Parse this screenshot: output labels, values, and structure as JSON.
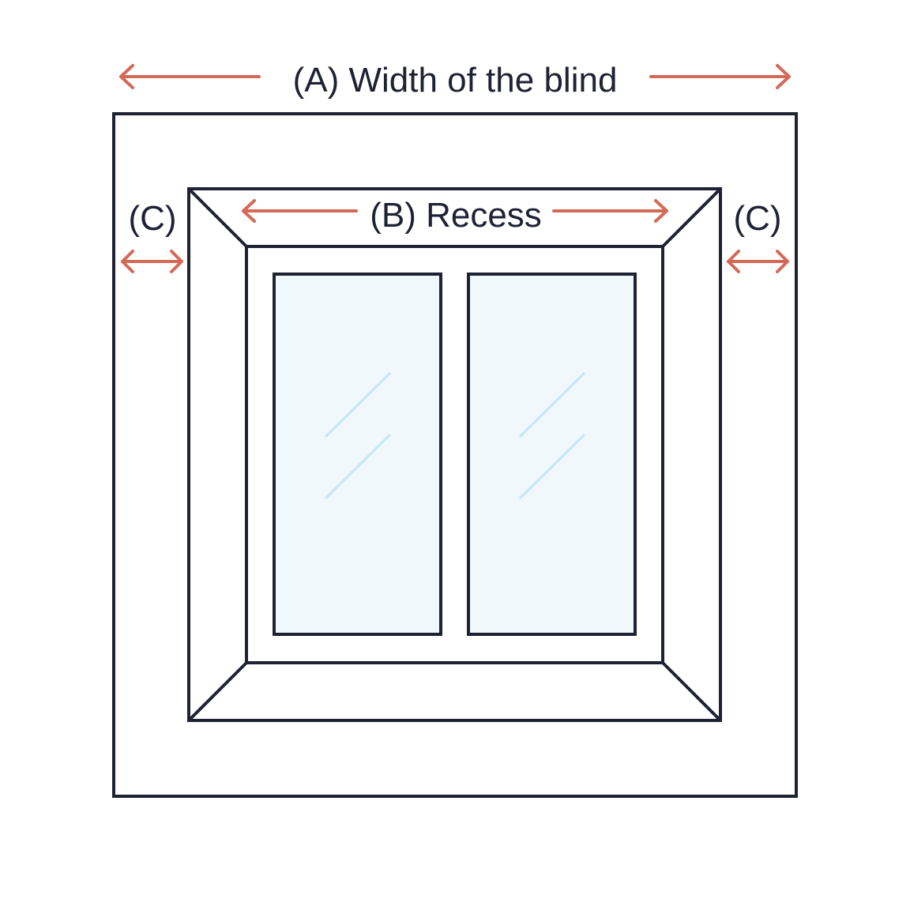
{
  "labels": {
    "width": "(A) Width of the blind",
    "recess": "(B) Recess",
    "clearance_left": "(C)",
    "clearance_right": "(C)"
  },
  "colors": {
    "line": "#1e2233",
    "arrow": "#d36a57",
    "glass": "#f1f8fc",
    "glare": "#c5e6f8",
    "background": "#ffffff"
  }
}
